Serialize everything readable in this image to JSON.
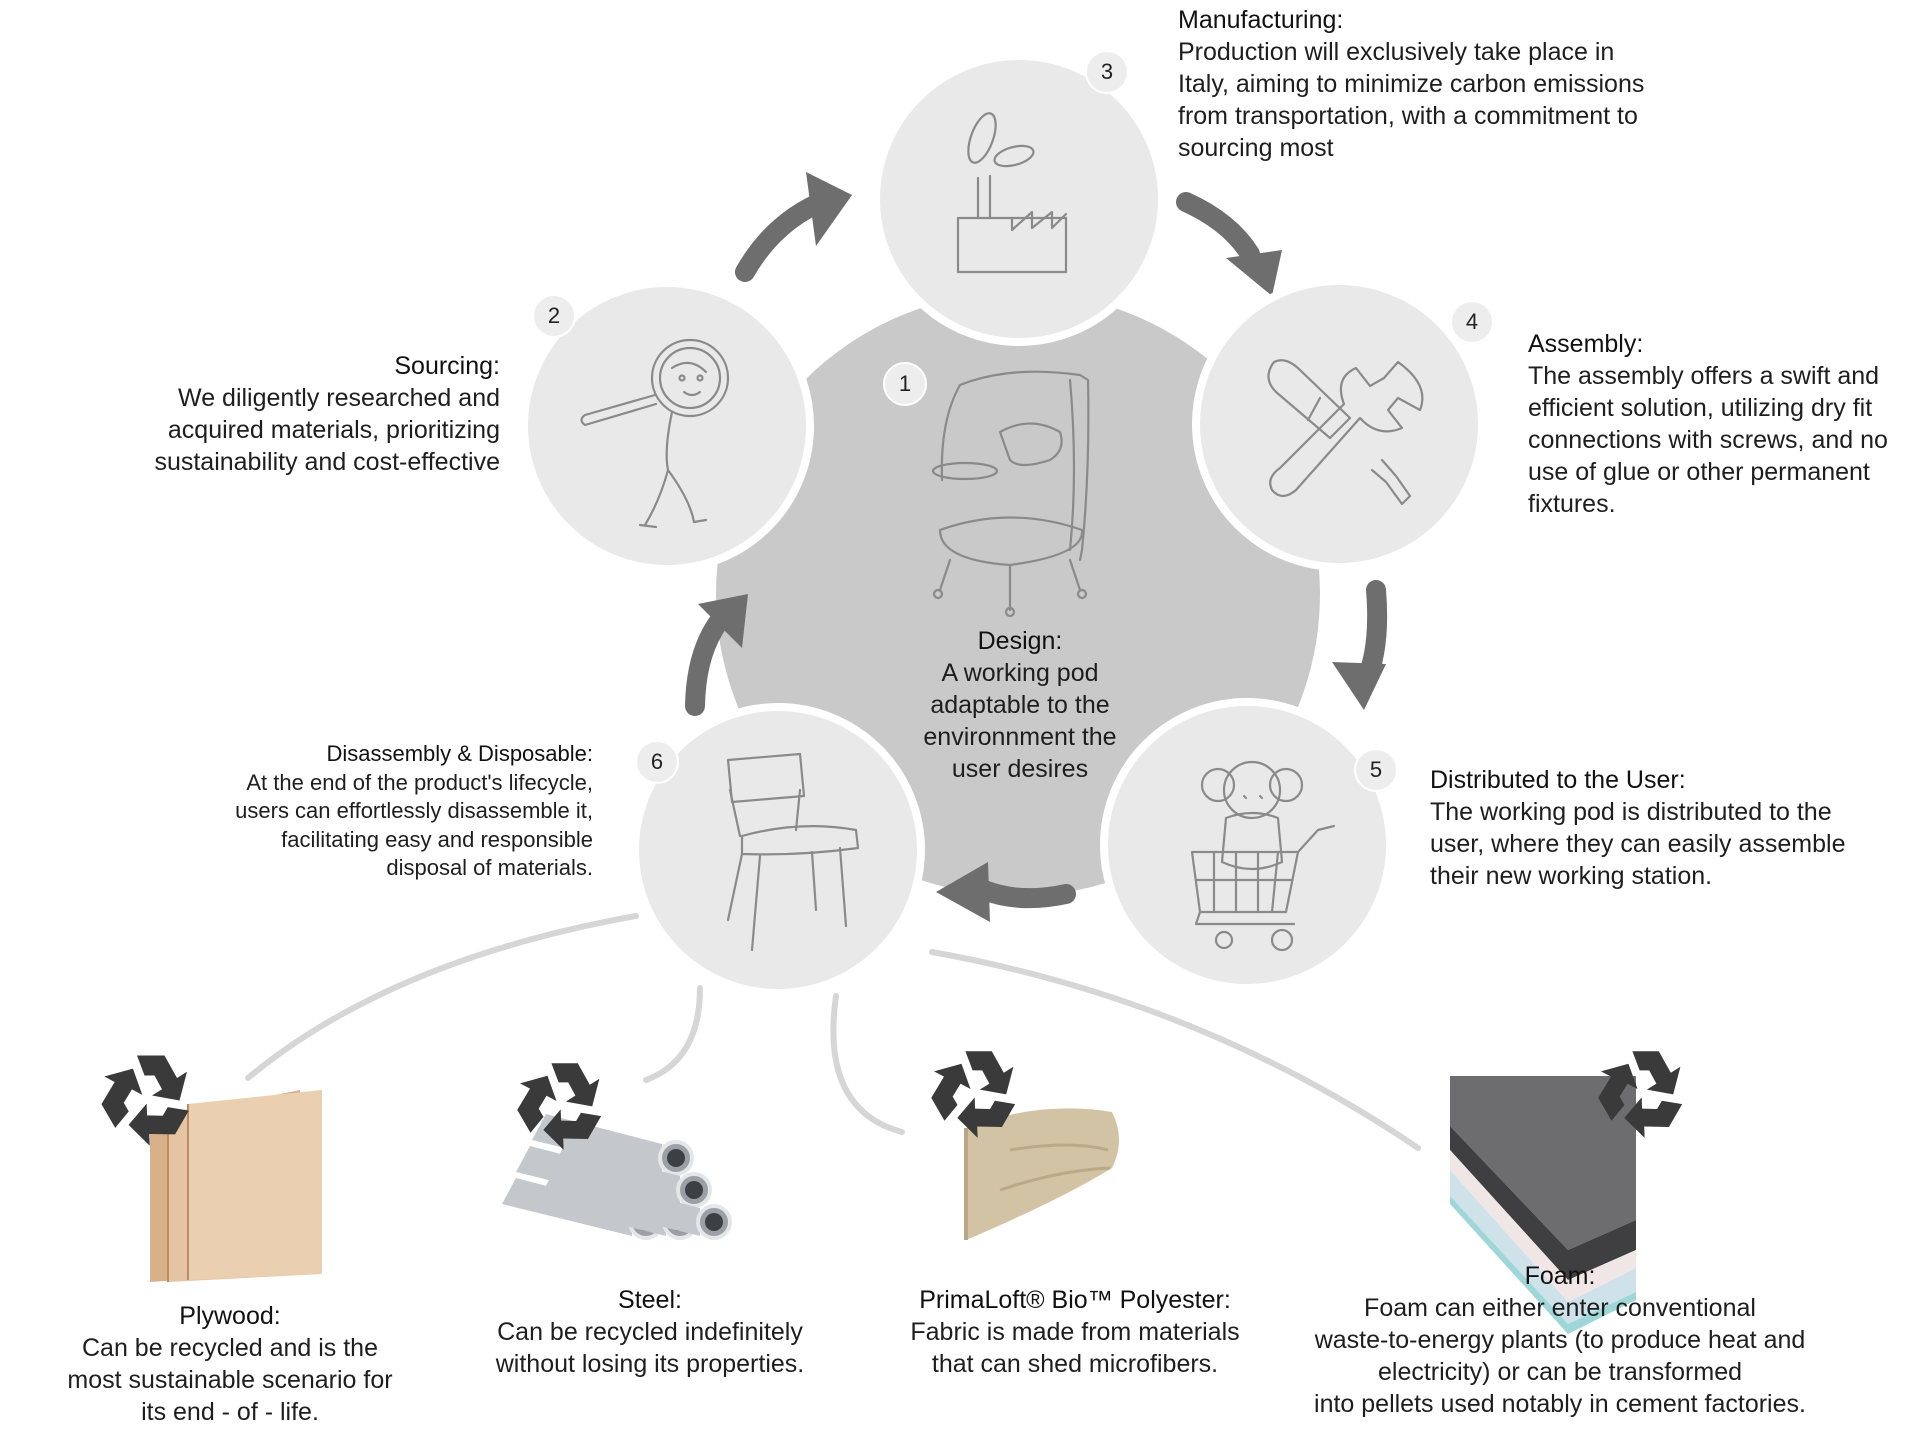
{
  "colors": {
    "hub": "#c9c9c9",
    "node": "#e9e9e9",
    "node_border": "#ffffff",
    "arrow": "#6e6e6e",
    "connector": "#d6d6d6",
    "line_art": "#8a8a8a",
    "recycle": "#3a3a3a"
  },
  "design": {
    "number": "1",
    "title": "Design:",
    "body": "A working pod\nadaptable to the\nenvironnment the\nuser desires",
    "icon": "armchair-icon"
  },
  "steps": [
    {
      "key": "sourcing",
      "number": "2",
      "title": "Sourcing:",
      "body": "We diligently researched and\nacquired materials, prioritizing\nsustainability and cost-effective",
      "icon": "magnifier-person-icon"
    },
    {
      "key": "manufacturing",
      "number": "3",
      "title": "Manufacturing:",
      "body": "Production will exclusively take place in\nItaly, aiming to minimize carbon emissions\nfrom transportation, with a commitment to\nsourcing most",
      "icon": "factory-icon"
    },
    {
      "key": "assembly",
      "number": "4",
      "title": "Assembly:",
      "body": "The assembly offers a swift and\nefficient solution, utilizing dry fit\nconnections with screws, and no\nuse of glue or other permanent\nfixtures.",
      "icon": "wrench-screwdriver-icon"
    },
    {
      "key": "distribution",
      "number": "5",
      "title": "Distributed to the User:",
      "body": "The working pod is distributed to the\nuser, where they can easily assemble\ntheir new working station.",
      "icon": "shopping-cart-icon"
    },
    {
      "key": "disassembly",
      "number": "6",
      "title": "Disassembly & Disposable:",
      "body": "At the end of the product's lifecycle,\nusers can effortlessly disassemble it,\nfacilitating easy and responsible\ndisposal of materials.",
      "icon": "chair-icon"
    }
  ],
  "materials": [
    {
      "key": "plywood",
      "title": "Plywood:",
      "body": "Can be recycled and is the\nmost sustainable scenario for\nits end - of - life.",
      "icon": "plywood-icon"
    },
    {
      "key": "steel",
      "title": "Steel:",
      "body": "Can be recycled indefinitely\nwithout losing its properties.",
      "icon": "steel-pipes-icon"
    },
    {
      "key": "polyester",
      "title": "PrimaLoft® Bio™ Polyester:",
      "body": "Fabric is made from materials\nthat can shed microfibers.",
      "icon": "fabric-icon"
    },
    {
      "key": "foam",
      "title": "Foam:",
      "body": "Foam can either enter conventional\nwaste-to-energy plants (to produce heat and\nelectricity) or can be transformed\ninto pellets used notably in cement factories.",
      "icon": "foam-icon"
    }
  ],
  "recycle_icon": "recycle-icon"
}
